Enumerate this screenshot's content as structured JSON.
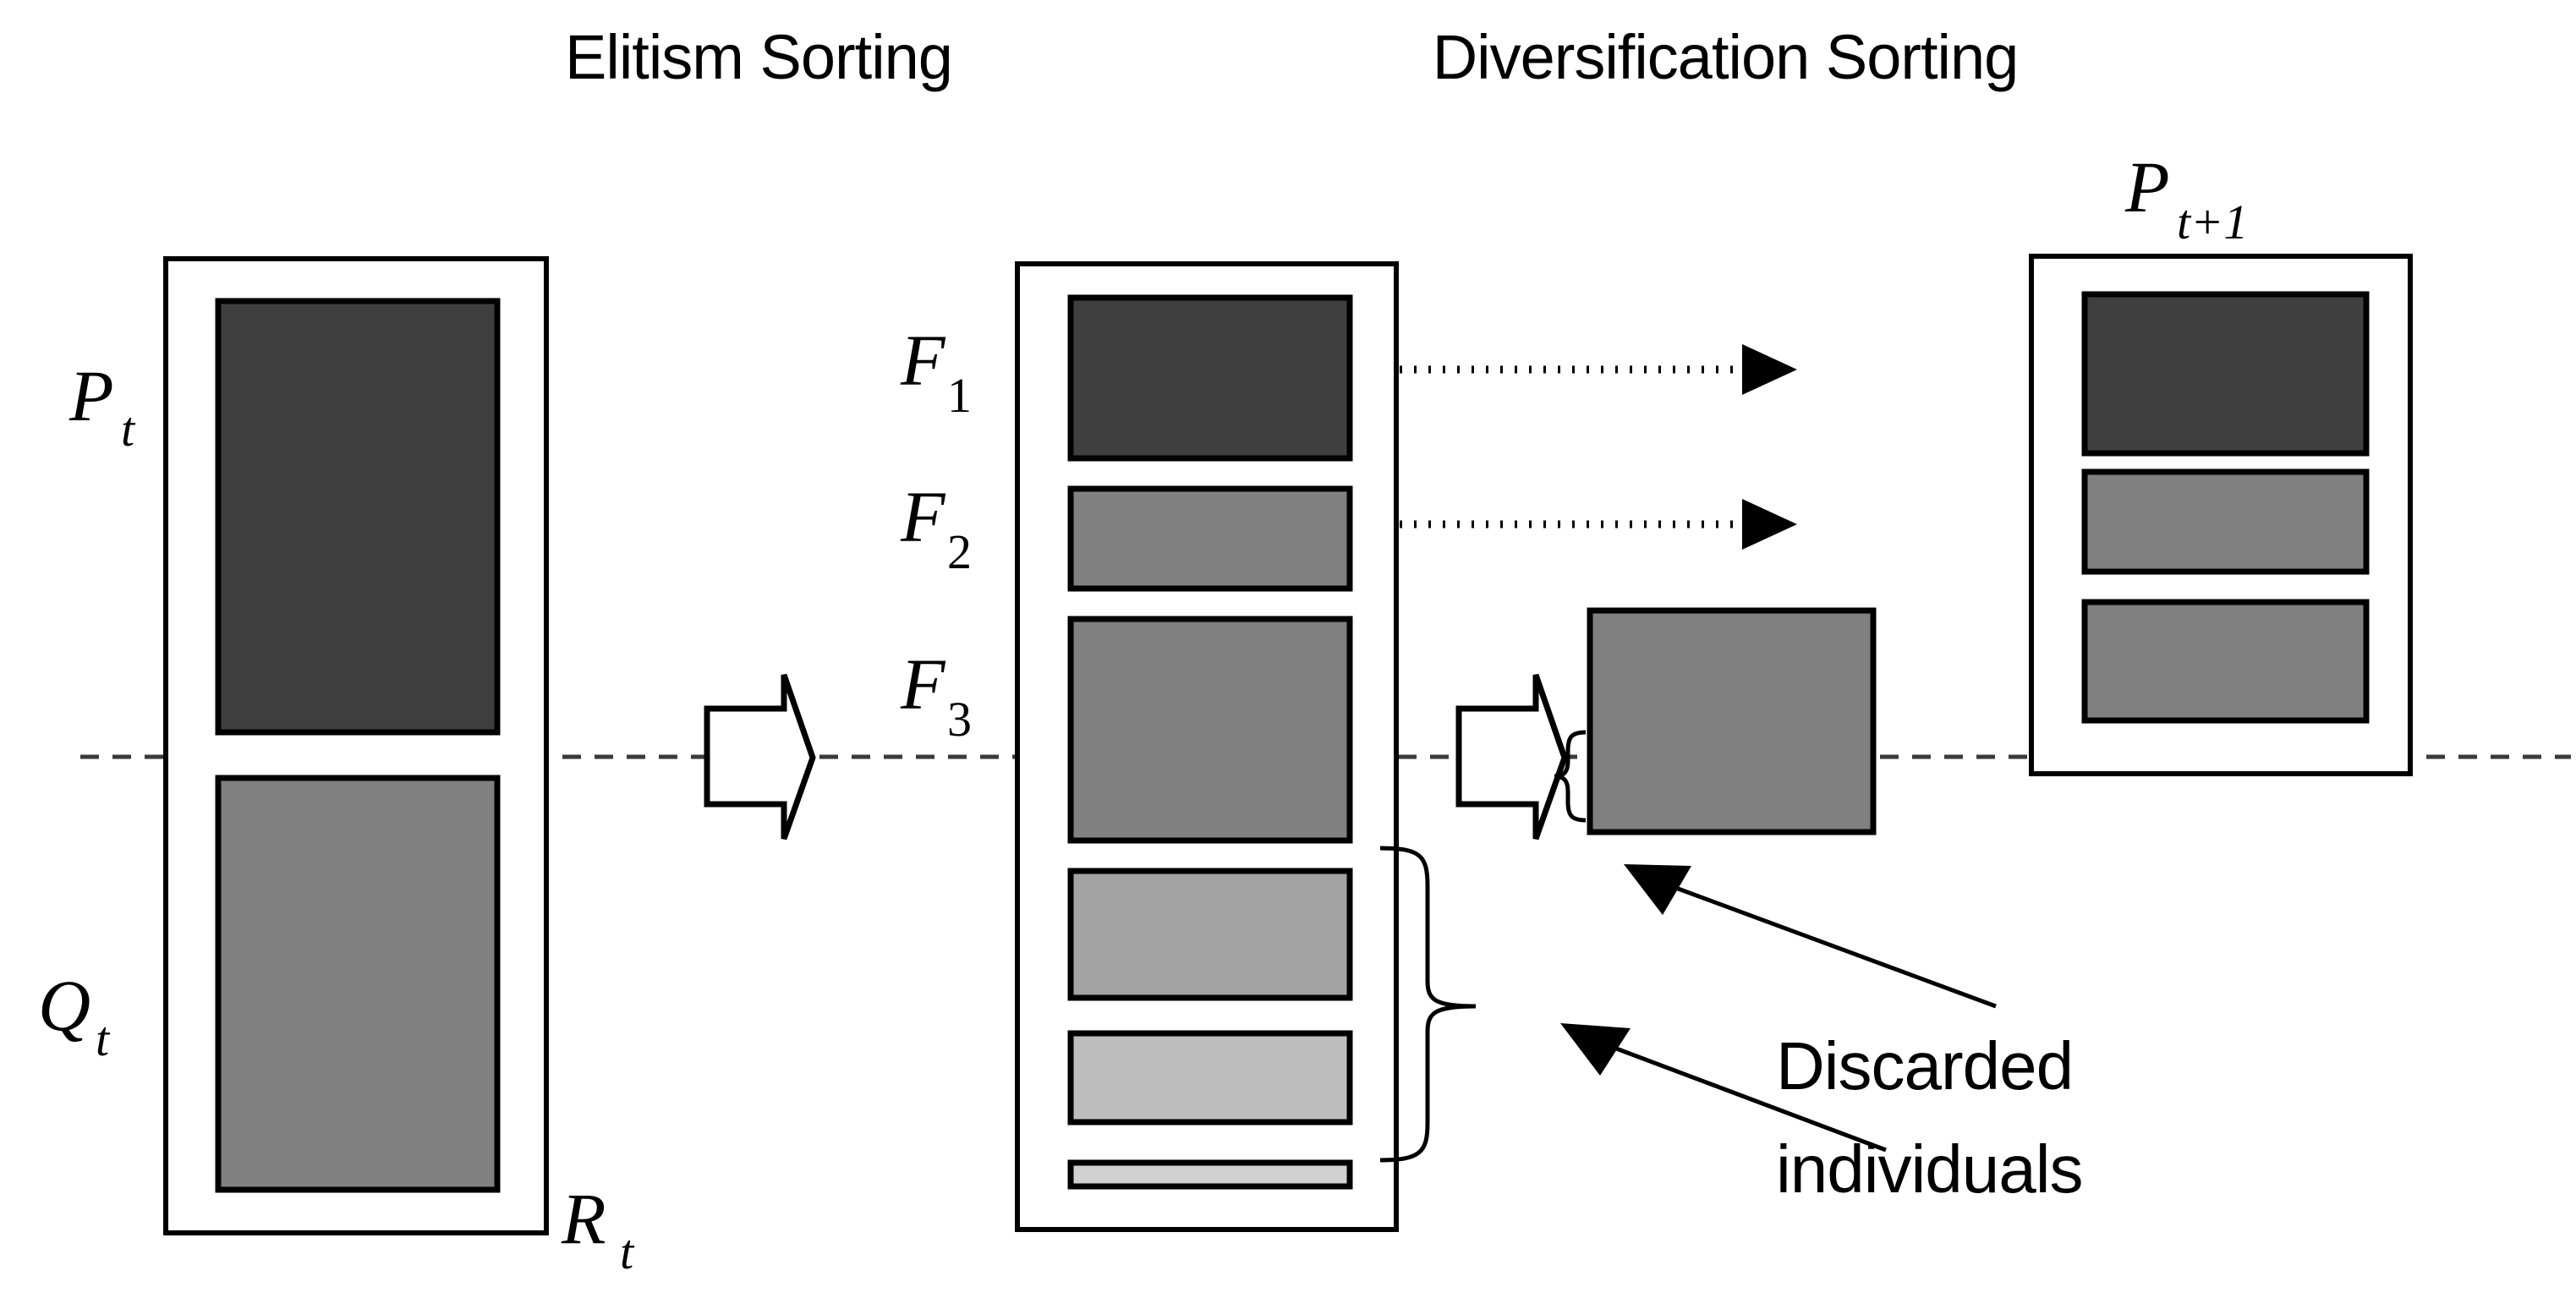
{
  "figure": {
    "type": "process-diagram",
    "description": "Two-stage survivor selection diagram: elitism sorting followed by diversification sorting"
  },
  "titles": {
    "left": "Elitism Sorting",
    "right": "Diversification Sorting"
  },
  "labels": {
    "parent_population": {
      "base": "P",
      "sub": "t"
    },
    "offspring_population": {
      "base": "Q",
      "sub": "t"
    },
    "combined_population": {
      "base": "R",
      "sub": "t"
    },
    "next_population": {
      "base": "P",
      "sub": "t+1"
    },
    "front1": {
      "base": "F",
      "sub": "1"
    },
    "front2": {
      "base": "F",
      "sub": "2"
    },
    "front3": {
      "base": "F",
      "sub": "3"
    }
  },
  "annotations": {
    "discarded_line1": "Discarded",
    "discarded_line2": "individuals"
  },
  "colors": {
    "front1_fill": "#3f3f3f",
    "front2_fill": "#808080",
    "front3_fill": "#808080",
    "front4_fill": "#a3a3a3",
    "front5_fill": "#bdbdbd",
    "front6_fill": "#d0d0d0",
    "parent_fill": "#3f3f3f",
    "offspring_fill": "#808080",
    "discarded_fill": "#808080",
    "outline": "#000000",
    "axis": "#3a3a3a",
    "background": "#ffffff"
  },
  "columns": {
    "combined": {
      "name": "Rt",
      "segments": [
        {
          "name": "Pt",
          "fill": "#3f3f3f"
        },
        {
          "name": "Qt",
          "fill": "#808080"
        }
      ]
    },
    "sorted": {
      "name": "sorted-fronts",
      "fronts": [
        {
          "label": "F1",
          "fill": "#3f3f3f",
          "selected": true
        },
        {
          "label": "F2",
          "fill": "#808080",
          "selected": true
        },
        {
          "label": "F3",
          "fill": "#808080",
          "selected": "partial"
        },
        {
          "label": "",
          "fill": "#a3a3a3",
          "selected": false
        },
        {
          "label": "",
          "fill": "#bdbdbd",
          "selected": false
        },
        {
          "label": "",
          "fill": "#d0d0d0",
          "selected": false
        }
      ]
    },
    "next": {
      "name": "Pt+1",
      "members": [
        {
          "fill": "#3f3f3f"
        },
        {
          "fill": "#808080"
        },
        {
          "fill": "#808080"
        }
      ]
    }
  }
}
